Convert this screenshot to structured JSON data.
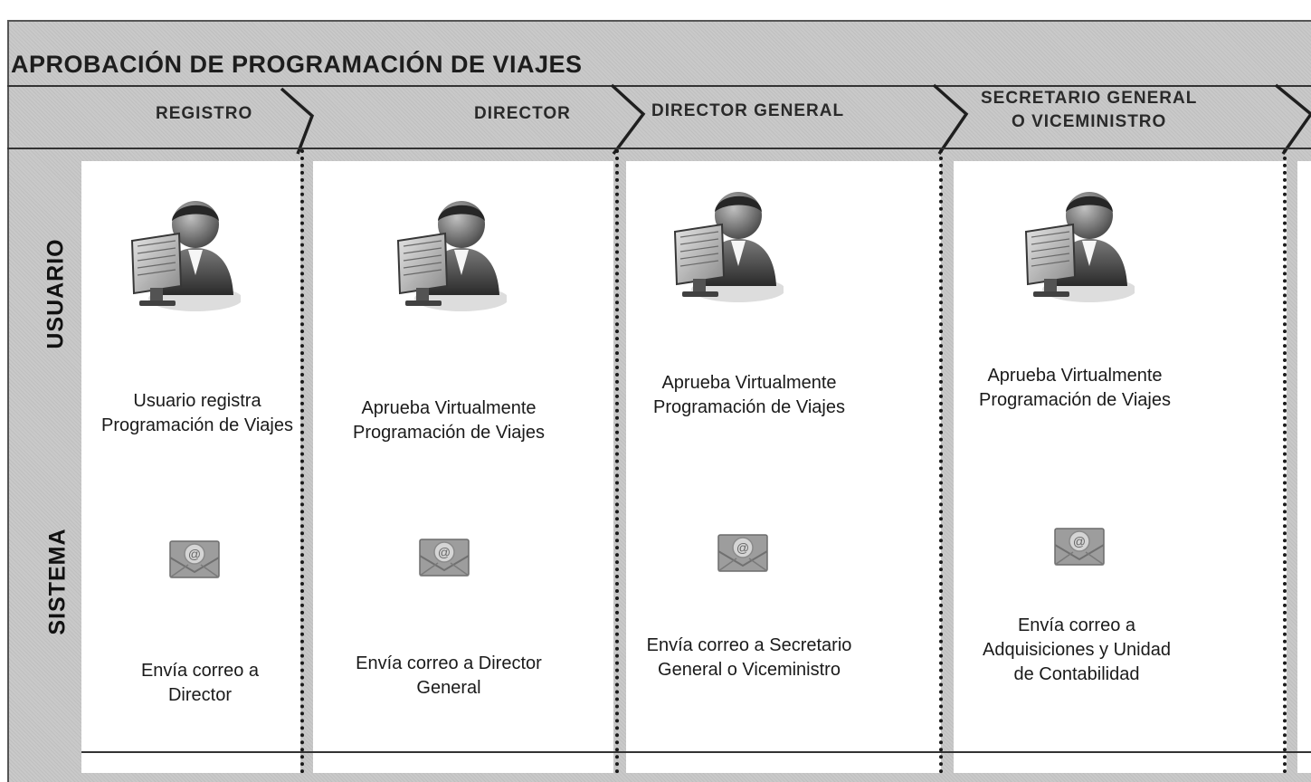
{
  "title": "APROBACIÓN DE PROGRAMACIÓN DE VIAJES",
  "stages": [
    {
      "label": "REGISTRO"
    },
    {
      "label": "DIRECTOR"
    },
    {
      "label": "DIRECTOR GENERAL"
    },
    {
      "label_line1": "SECRETARIO GENERAL",
      "label_line2": "O VICEMINISTRO"
    }
  ],
  "lanes": [
    "USUARIO",
    "SISTEMA"
  ],
  "columns": [
    {
      "actor": "user-register",
      "user_action": "Usuario registra Programación de Viajes",
      "system_action": "Envía correo a Director"
    },
    {
      "actor": "director",
      "user_action": "Aprueba Virtualmente Programación de Viajes",
      "system_action": "Envía correo a Director General"
    },
    {
      "actor": "director-general",
      "user_action": "Aprueba Virtualmente Programación de Viajes",
      "system_action": "Envía correo a Secretario General o Viceministro"
    },
    {
      "actor": "secretario-general",
      "user_action": "Aprueba Virtualmente Programación de Viajes",
      "system_action": "Envía correo a Adquisiciones y Unidad de Contabilidad"
    }
  ],
  "icons": {
    "person": "person-at-computer-icon",
    "mail": "email-envelope-icon"
  },
  "colors": {
    "header_gray": "#c9c9c9",
    "lane_bg": "#ffffff",
    "line": "#1a1a1a"
  }
}
